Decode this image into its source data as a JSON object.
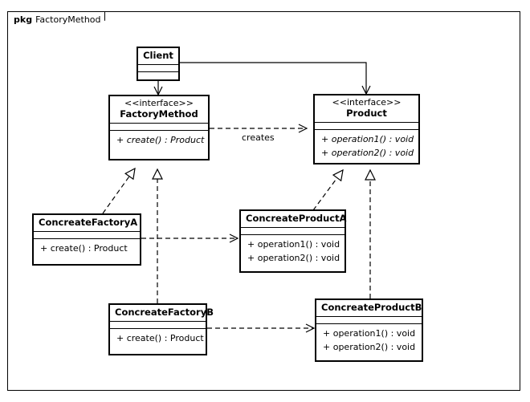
{
  "package": {
    "keyword": "pkg",
    "name": "FactoryMethod"
  },
  "classes": {
    "client": {
      "name": "Client",
      "stereotype": "",
      "attributes": [],
      "operations": []
    },
    "factory_method": {
      "name": "FactoryMethod",
      "stereotype": "<<interface>>",
      "attributes": [],
      "operations": [
        "+ create() : Product"
      ]
    },
    "product": {
      "name": "Product",
      "stereotype": "<<interface>>",
      "attributes": [],
      "operations": [
        "+ operation1() : void",
        "+ operation2() : void"
      ]
    },
    "concreate_factory_a": {
      "name": "ConcreateFactoryA",
      "stereotype": "",
      "attributes": [],
      "operations": [
        "+ create() : Product"
      ]
    },
    "concreate_factory_b": {
      "name": "ConcreateFactoryB",
      "stereotype": "",
      "attributes": [],
      "operations": [
        "+ create() : Product"
      ]
    },
    "concreate_product_a": {
      "name": "ConcreateProductA",
      "stereotype": "",
      "attributes": [],
      "operations": [
        "+ operation1() : void",
        "+ operation2() : void"
      ]
    },
    "concreate_product_b": {
      "name": "ConcreateProductB",
      "stereotype": "",
      "attributes": [],
      "operations": [
        "+ operation1() : void",
        "+ operation2() : void"
      ]
    }
  },
  "relationships": {
    "client_to_factory_method": {
      "type": "dependency-solid-arrow",
      "label": ""
    },
    "client_to_product": {
      "type": "dependency-solid-arrow",
      "label": ""
    },
    "factory_method_creates_product": {
      "type": "dependency-dashed-arrow",
      "label": "creates"
    },
    "factory_a_realizes_factory_method": {
      "type": "realization",
      "label": ""
    },
    "factory_b_realizes_factory_method": {
      "type": "realization",
      "label": ""
    },
    "product_a_realizes_product": {
      "type": "realization",
      "label": ""
    },
    "product_b_realizes_product": {
      "type": "realization",
      "label": ""
    },
    "factory_a_to_product_a": {
      "type": "dependency-dashed-arrow",
      "label": ""
    },
    "factory_b_to_product_b": {
      "type": "dependency-dashed-arrow",
      "label": ""
    }
  },
  "colors": {
    "stroke": "#000000",
    "fill": "#ffffff",
    "text": "#000000"
  }
}
